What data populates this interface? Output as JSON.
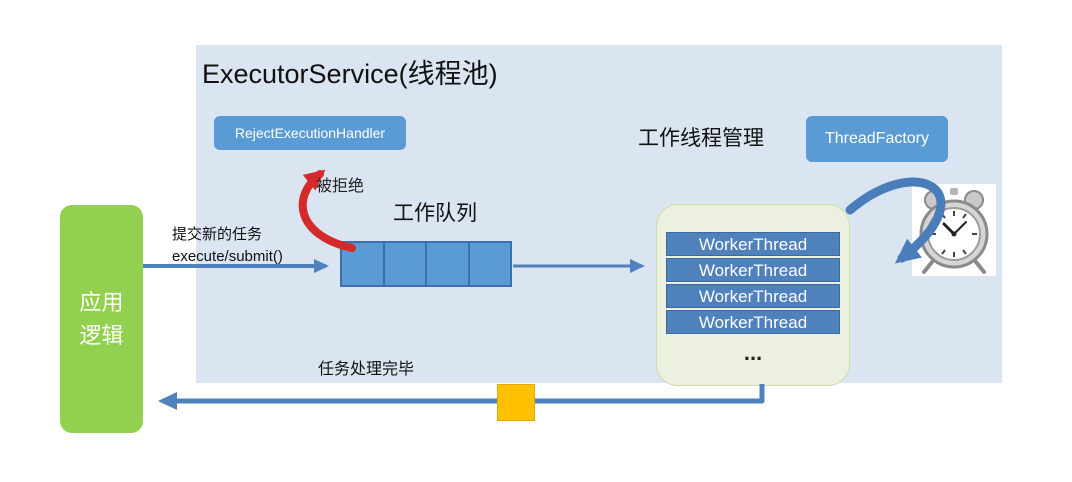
{
  "diagram": {
    "title": "ExecutorService(线程池)",
    "reject_handler_label": "RejectExecutionHandler",
    "worker_mgmt_label": "工作线程管理",
    "thread_factory_label": "ThreadFactory",
    "rejected_label": "被拒绝",
    "queue_label": "工作队列",
    "submit_line1": "提交新的任务",
    "submit_line2": "execute/submit()",
    "app_logic_line1": "应用",
    "app_logic_line2": "逻辑",
    "worker_threads": [
      "WorkerThread",
      "WorkerThread",
      "WorkerThread",
      "WorkerThread"
    ],
    "ellipsis": "...",
    "done_label": "任务处理完毕",
    "queue_cells_count": "4",
    "colors": {
      "container_bg": "#dbe5f1",
      "blue_shape": "#5b9bd5",
      "worker_bar": "#4f81bd",
      "app_logic_green": "#92d050",
      "worker_box_bg": "#ebf1de",
      "orange_marker": "#ffc000",
      "arrow_blue": "#4f81bd",
      "arrow_red": "#d42a2a"
    }
  }
}
